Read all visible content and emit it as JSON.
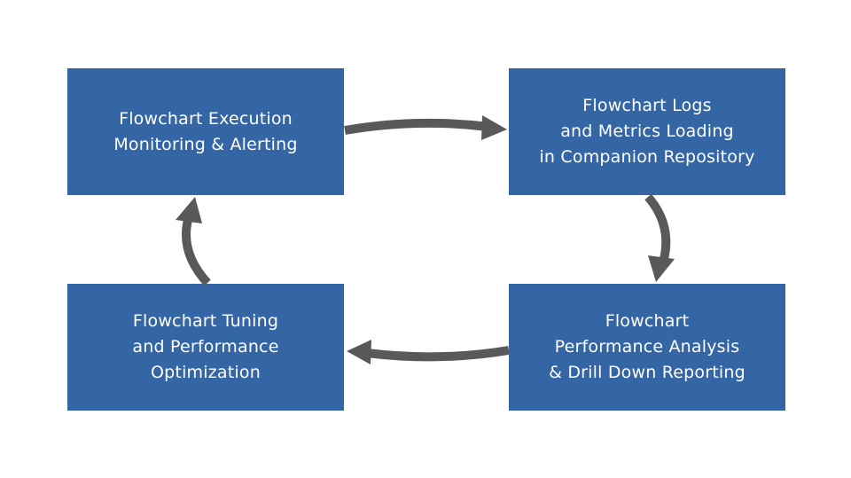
{
  "diagram": {
    "type": "cycle",
    "colors": {
      "box_fill": "#3465a4",
      "box_text": "#ffffff",
      "arrow": "#595959"
    },
    "boxes": [
      {
        "id": "b1",
        "label": "Flowchart Execution\nMonitoring & Alerting"
      },
      {
        "id": "b2",
        "label": "Flowchart Logs\nand Metrics Loading\nin Companion Repository"
      },
      {
        "id": "b3",
        "label": "Flowchart\nPerformance Analysis\n& Drill Down Reporting"
      },
      {
        "id": "b4",
        "label": "Flowchart Tuning\nand Performance\nOptimization"
      }
    ],
    "edges": [
      {
        "from": "b1",
        "to": "b2"
      },
      {
        "from": "b2",
        "to": "b3"
      },
      {
        "from": "b3",
        "to": "b4"
      },
      {
        "from": "b4",
        "to": "b1"
      }
    ]
  }
}
